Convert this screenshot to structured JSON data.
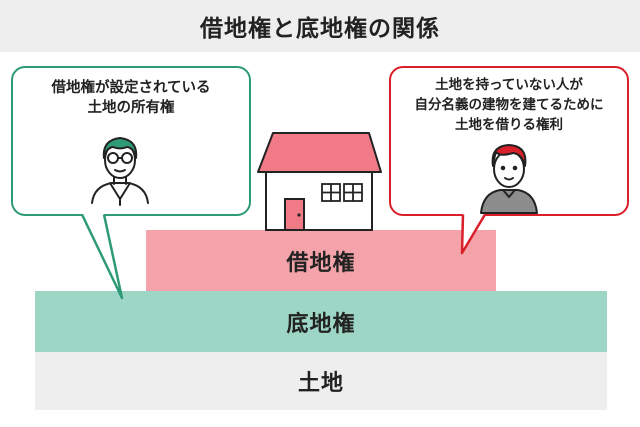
{
  "title": "借地権と底地権の関係",
  "layers": {
    "shakuchiken": "借地権",
    "sokochiken": "底地権",
    "tochi": "土地"
  },
  "owner_bubble": {
    "lines": [
      "借地権が設定されている",
      "土地の所有権"
    ]
  },
  "tenant_bubble": {
    "lines": [
      "土地を持っていない人が",
      "自分名義の建物を建てるために",
      "土地を借りる権利"
    ]
  },
  "colors": {
    "owner_accent": "#2e9a78",
    "tenant_accent": "#d9202a",
    "shakuchiken_fill": "#f4a3aa",
    "sokochiken_fill": "#9ed6c5",
    "ground_fill": "#eeeeee",
    "roof": "#f07b86"
  },
  "icons": [
    "house-icon",
    "elderly-man-icon",
    "young-man-icon"
  ]
}
